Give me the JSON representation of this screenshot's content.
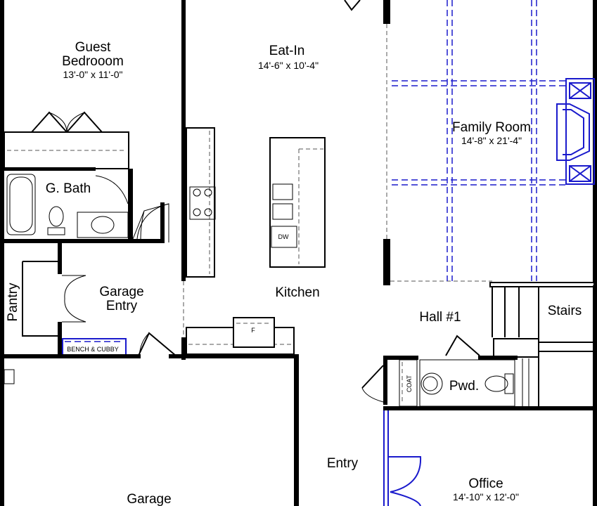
{
  "rooms": {
    "guest_bedroom": {
      "name_1": "Guest",
      "name_2": "Bedrooom",
      "dims": "13'-0\" x 11'-0\""
    },
    "eat_in": {
      "name": "Eat-In",
      "dims": "14'-6\" x 10'-4\""
    },
    "family_room": {
      "name": "Family Room",
      "dims": "14'-8\" x 21'-4\""
    },
    "g_bath": {
      "name": "G. Bath"
    },
    "kitchen": {
      "name": "Kitchen"
    },
    "pantry": {
      "name": "Pantry"
    },
    "garage_entry": {
      "name_1": "Garage",
      "name_2": "Entry"
    },
    "hall": {
      "name": "Hall #1"
    },
    "stairs": {
      "name": "Stairs"
    },
    "powder": {
      "name": "Pwd."
    },
    "entry": {
      "name": "Entry"
    },
    "office": {
      "name": "Office",
      "dims": "14'-10\" x 12'-0\""
    },
    "garage": {
      "name": "Garage"
    }
  },
  "labels": {
    "bench": "BENCH & CUBBY",
    "coat": "COAT",
    "dishwasher": "DW",
    "fridge": "F"
  },
  "colors": {
    "walls": "#000000",
    "ceiling_beams": "#1a1acc"
  }
}
